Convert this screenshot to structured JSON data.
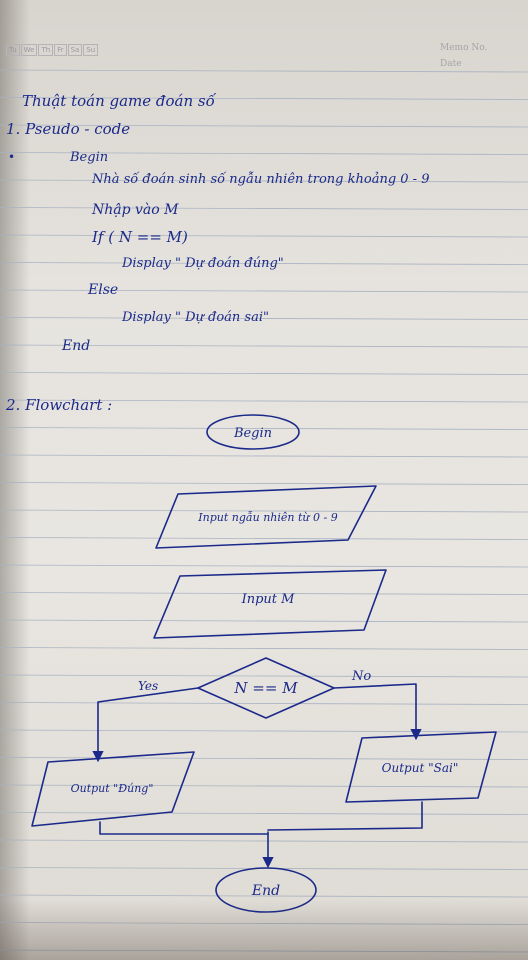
{
  "header": {
    "days": [
      "Tu",
      "We",
      "Th",
      "Fr",
      "Sa",
      "Su"
    ],
    "memo_label": "Memo No.",
    "date_label": "Date"
  },
  "note": {
    "title": "Thuật toán game đoán số",
    "section1": "1. Pseudo - code",
    "pseudo": {
      "begin": "Begin",
      "line1": "Nhà số đoán sinh số ngẫu nhiên trong khoảng 0 - 9",
      "line2": "Nhập vào M",
      "line3": "If ( N == M)",
      "line4": "Display \" Dự đoán đúng\"",
      "line5": "Else",
      "line6": "Display \" Dự đoán sai\"",
      "end": "End"
    },
    "section2": "2. Flowchart :"
  },
  "flowchart": {
    "begin": "Begin",
    "input_random": "Input ngẫu nhiên từ 0 - 9",
    "input_m": "Input M",
    "decision": "N == M",
    "yes": "Yes",
    "no": "No",
    "output_right": "Output \"Đúng\"",
    "output_wrong": "Output \"Sai\"",
    "end": "End"
  },
  "colors": {
    "ink": "#1b2a8a",
    "paper": "#e6e3de",
    "rule": "#a9b3c2"
  }
}
